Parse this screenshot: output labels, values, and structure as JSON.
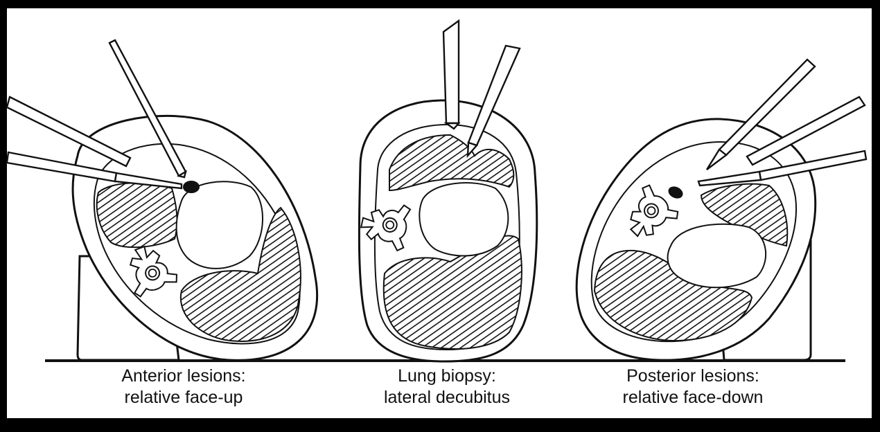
{
  "colors": {
    "background": "#000000",
    "panel": "#ffffff",
    "ink": "#111111"
  },
  "panels": [
    {
      "name": "anterior",
      "caption_line1": "Anterior lesions:",
      "caption_line2": "relative face-up"
    },
    {
      "name": "lateral",
      "caption_line1": "Lung biopsy:",
      "caption_line2": "lateral decubitus"
    },
    {
      "name": "posterior",
      "caption_line1": "Posterior lesions:",
      "caption_line2": "relative face-down"
    }
  ]
}
